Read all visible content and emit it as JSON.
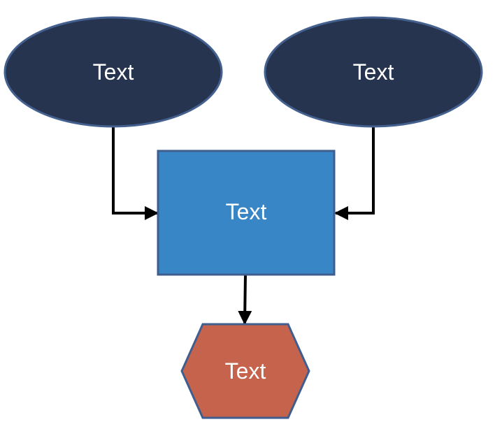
{
  "diagram": {
    "nodes": {
      "left_ellipse": {
        "label": "Text",
        "shape": "ellipse"
      },
      "right_ellipse": {
        "label": "Text",
        "shape": "ellipse"
      },
      "center_rect": {
        "label": "Text",
        "shape": "rectangle"
      },
      "bottom_hexagon": {
        "label": "Text",
        "shape": "hexagon"
      }
    },
    "edges": [
      {
        "from": "left_ellipse",
        "to": "center_rect"
      },
      {
        "from": "right_ellipse",
        "to": "center_rect"
      },
      {
        "from": "center_rect",
        "to": "bottom_hexagon"
      }
    ],
    "colors": {
      "ellipse_fill": "#263450",
      "ellipse_stroke": "#44608f",
      "rect_fill": "#3986c6",
      "rect_stroke": "#3f5e8f",
      "hexagon_fill": "#c6634c",
      "hexagon_stroke": "#3f5e8f",
      "connector": "#000000",
      "label": "#ffffff"
    }
  }
}
